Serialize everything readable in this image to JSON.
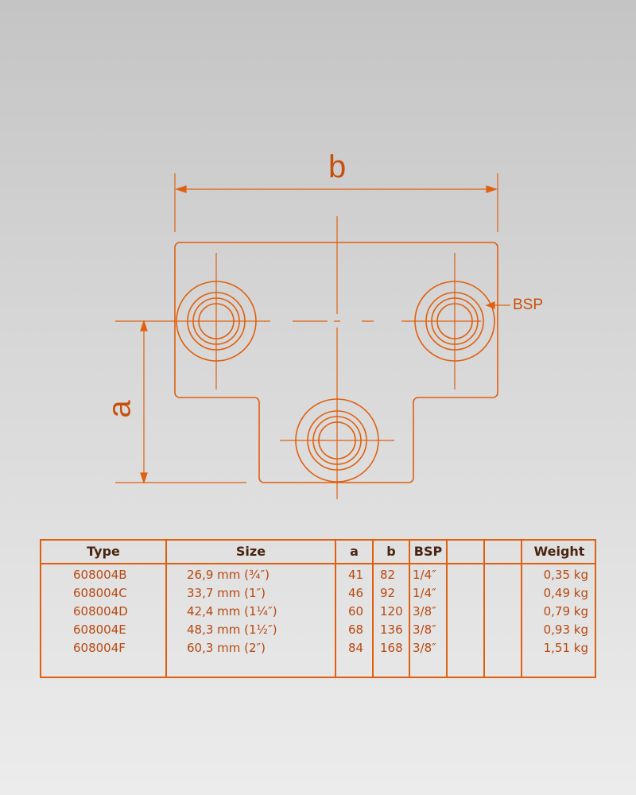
{
  "drawing": {
    "dim_b": "b",
    "dim_a": "a",
    "thread_label": "BSP",
    "line_color": "#e0600f"
  },
  "table": {
    "headers": {
      "type": "Type",
      "size": "Size",
      "a": "a",
      "b": "b",
      "bsp": "BSP",
      "weight": "Weight"
    },
    "rows": [
      {
        "type": "608004B",
        "size": "26,9 mm (¾″)",
        "a": "41",
        "b": "82",
        "bsp": "1/4″",
        "weight": "0,35 kg"
      },
      {
        "type": "608004C",
        "size": "33,7 mm (1″)",
        "a": "46",
        "b": "92",
        "bsp": "1/4″",
        "weight": "0,49 kg"
      },
      {
        "type": "608004D",
        "size": "42,4 mm (1¼″)",
        "a": "60",
        "b": "120",
        "bsp": "3/8″",
        "weight": "0,79 kg"
      },
      {
        "type": "608004E",
        "size": "48,3 mm (1½″)",
        "a": "68",
        "b": "136",
        "bsp": "3/8″",
        "weight": "0,93 kg"
      },
      {
        "type": "608004F",
        "size": "60,3 mm (2″)",
        "a": "84",
        "b": "168",
        "bsp": "3/8″",
        "weight": "1,51 kg"
      }
    ]
  }
}
